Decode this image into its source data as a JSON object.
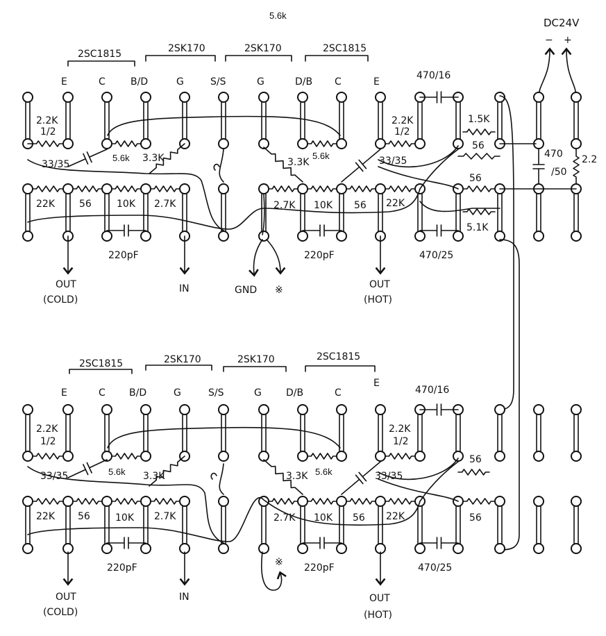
{
  "power": {
    "label": "DC24V",
    "minus": "−",
    "plus": "+"
  },
  "top_note": "5.6k",
  "groups": [
    "2SC1815",
    "2SK170",
    "2SK170",
    "2SC1815"
  ],
  "pins": [
    "E",
    "C",
    "B/D",
    "G",
    "S/S",
    "G",
    "D/B",
    "C",
    "E"
  ],
  "top": {
    "left_res_label": "2.2K",
    "left_res_sub": "1/2",
    "left_cap": "33/35",
    "res_56k_left": "5.6k",
    "res_33k_left": "3.3K",
    "res_33k_right": "3.3K",
    "res_56k_right": "5.6k",
    "right_res_label": "2.2K",
    "right_res_sub": "1/2",
    "right_cap": "33/35",
    "cap_470_16": "470/16",
    "res_15k": "1.5K",
    "res_56_a": "56",
    "res_56_b": "56",
    "cap_470_50": "470",
    "cap_470_50_sub": "/50",
    "res_22": "2.2",
    "row2_left": [
      "22K",
      "56",
      "10K",
      "2.7K"
    ],
    "row2_right": [
      "2.7K",
      "10K",
      "56",
      "22K"
    ],
    "cap_220_left": "220pF",
    "cap_220_right": "220pF",
    "cap_470_25": "470/25",
    "res_51k": "5.1K",
    "out_cold": "OUT",
    "out_cold_sub": "(COLD)",
    "in": "IN",
    "gnd": "GND",
    "star": "※",
    "out_hot": "OUT",
    "out_hot_sub": "(HOT)"
  },
  "bottom": {
    "left_res_label": "2.2K",
    "left_res_sub": "1/2",
    "left_cap": "33/35",
    "res_56k_left": "5.6k",
    "res_33k_left": "3.3K",
    "res_33k_right": "3.3K",
    "res_56k_right": "5.6k",
    "right_res_label": "2.2K",
    "right_res_sub": "1/2",
    "right_cap": "33/35",
    "cap_470_16": "470/16",
    "res_56_a": "56",
    "res_56_b": "56",
    "row2_left": [
      "22K",
      "56",
      "10K",
      "2.7K"
    ],
    "row2_right": [
      "2.7K",
      "10K",
      "56",
      "22K"
    ],
    "cap_220_left": "220pF",
    "cap_220_right": "220pF",
    "cap_470_25": "470/25",
    "out_cold": "OUT",
    "out_cold_sub": "(COLD)",
    "in": "IN",
    "star": "※",
    "out_hot": "OUT",
    "out_hot_sub": "(HOT)"
  }
}
